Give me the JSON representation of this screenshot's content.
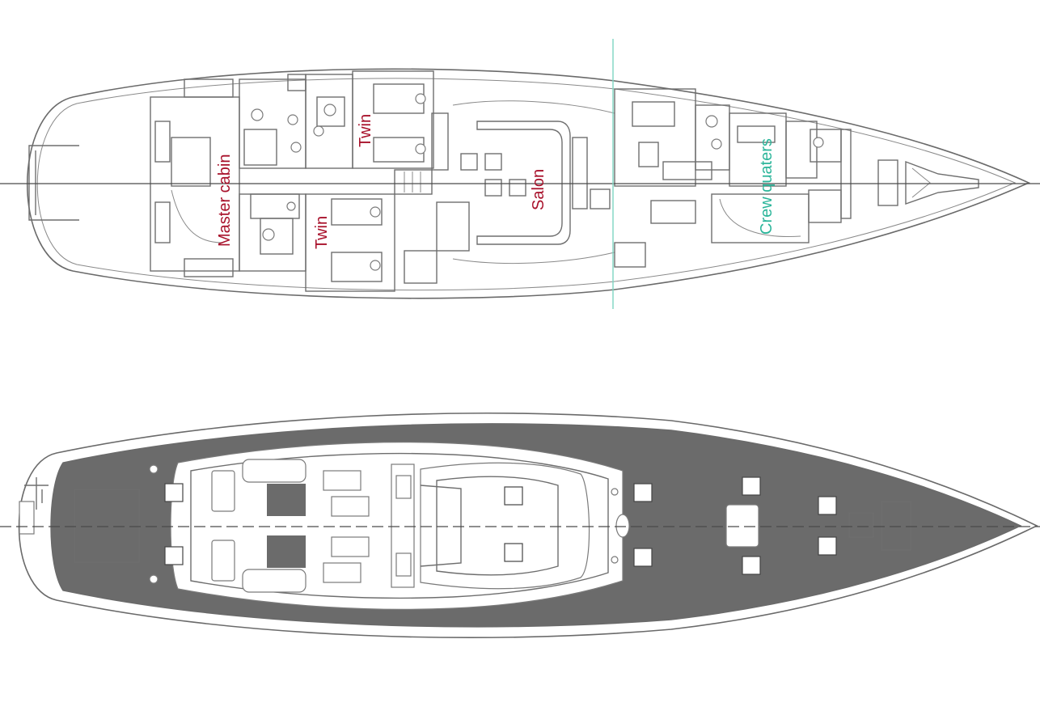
{
  "colors": {
    "cabin_label": "#a8102a",
    "crew_label": "#2bb59a",
    "crew_divider": "#7dd6c2",
    "deck_teak": "#6b6b6b",
    "line": "#6e6e6e"
  },
  "interior_plan": {
    "labels": {
      "master_cabin": "Master cabin",
      "twin_aft": "Twin",
      "twin_fwd": "Twin",
      "salon": "Salon",
      "crew_quarters": "Crew quaters"
    }
  },
  "deck_plan": {}
}
